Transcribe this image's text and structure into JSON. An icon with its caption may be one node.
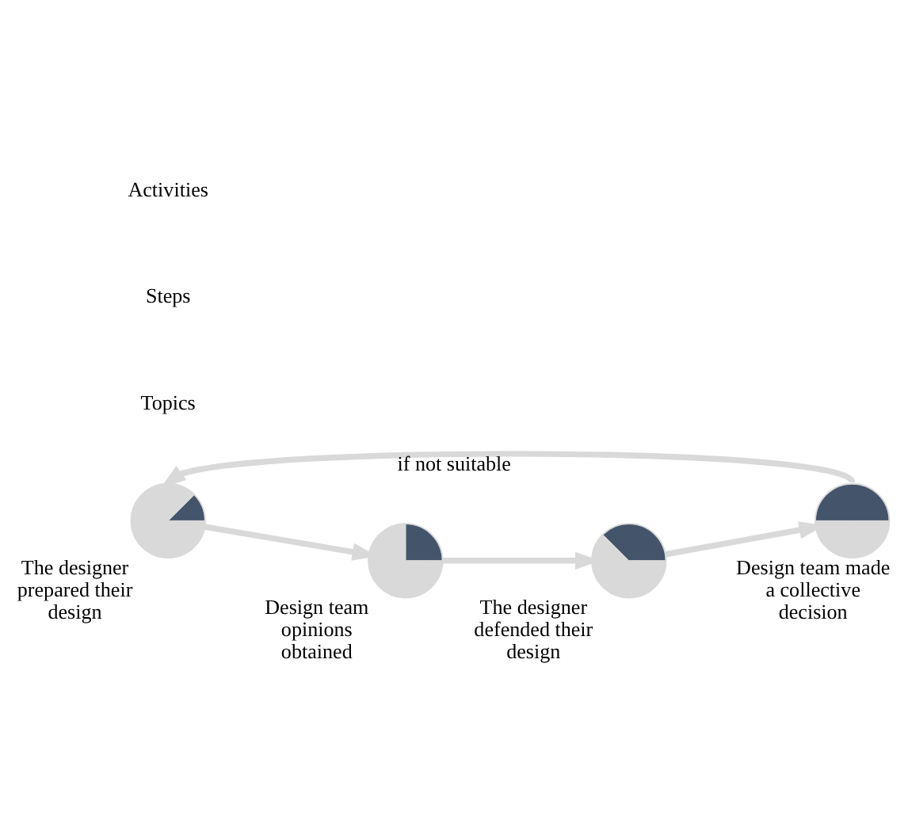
{
  "diagram": {
    "nodes": [
      {
        "text": [],
        "shape": "circle",
        "beside": [
          "The designer prepared their design"
        ]
      },
      {
        "text": [],
        "shape": "circle",
        "beside": [
          "Design team opinions obtained"
        ]
      },
      {
        "text": [],
        "shape": "circle",
        "beside": [
          "The designer defended their design"
        ]
      },
      {
        "text": [],
        "shape": "circle",
        "beside": [
          "Design team made a collective decision"
        ]
      }
    ],
    "edges": [
      {
        "from": 0,
        "to": 1,
        "arrow": "to"
      },
      {
        "from": 1,
        "to": 2,
        "arrow": "to"
      },
      {
        "from": 2,
        "to": 3,
        "arrow": "to"
      },
      {
        "from": 3,
        "to": 0,
        "arrow": "to",
        "label": "if not suitable"
      }
    ],
    "labels": [
      "Topics",
      "Steps",
      "Activities"
    ]
  }
}
